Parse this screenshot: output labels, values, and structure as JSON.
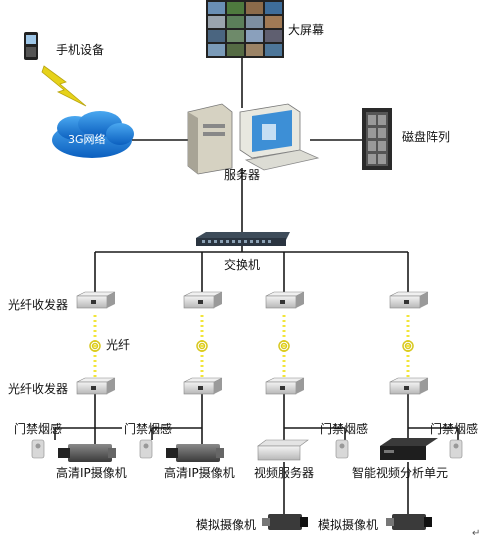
{
  "labels": {
    "big_screen": "大屏幕",
    "mobile_device": "手机设备",
    "network_3g": "3G网络",
    "server": "服务器",
    "disk_array": "磁盘阵列",
    "switch": "交换机",
    "fiber_tx_top": "光纤收发器",
    "fiber": "光纤",
    "fiber_tx_bottom": "光纤收发器",
    "access_smoke_1": "门禁烟感",
    "access_smoke_2": "门禁烟感",
    "access_smoke_3": "门禁烟感",
    "access_smoke_4": "门禁烟感",
    "hd_ip_camera_1": "高清IP摄像机",
    "hd_ip_camera_2": "高清IP摄像机",
    "video_server": "视频服务器",
    "smart_video_unit": "智能视频分析单元",
    "analog_camera_1": "模拟摄像机",
    "analog_camera_2": "模拟摄像机"
  },
  "colors": {
    "line": "#1a1a1a",
    "cloud": "#1e7fd8",
    "fiber_yellow": "#f2e53a",
    "lightning": "#e6d21a"
  }
}
